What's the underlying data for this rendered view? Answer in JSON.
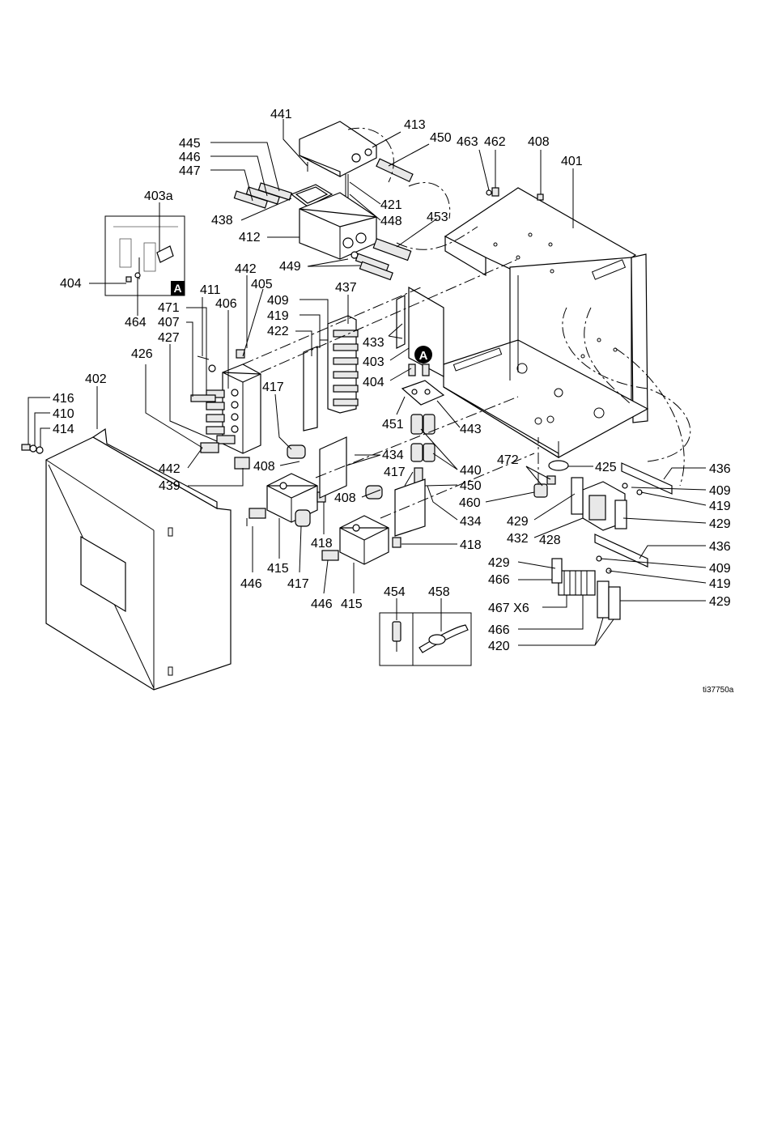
{
  "diagram": {
    "reference_id": "ti37750a",
    "detail_markers": [
      "A",
      "A"
    ],
    "callouts": [
      "441",
      "413",
      "450",
      "463",
      "462",
      "408",
      "401",
      "445",
      "446",
      "447",
      "421",
      "448",
      "453",
      "403a",
      "438",
      "412",
      "449",
      "404",
      "464",
      "442",
      "405",
      "411",
      "406",
      "471",
      "407",
      "427",
      "426",
      "409",
      "437",
      "419",
      "422",
      "433",
      "403",
      "404",
      "417",
      "402",
      "416",
      "410",
      "414",
      "442",
      "439",
      "408",
      "434",
      "451",
      "443",
      "417",
      "440",
      "450",
      "472",
      "425",
      "436",
      "460",
      "408",
      "434",
      "429",
      "432",
      "428",
      "409",
      "419",
      "429",
      "415",
      "418",
      "446",
      "417",
      "418",
      "446",
      "415",
      "436",
      "429",
      "409",
      "466",
      "419",
      "467 X6",
      "429",
      "466",
      "420",
      "454",
      "458"
    ]
  }
}
